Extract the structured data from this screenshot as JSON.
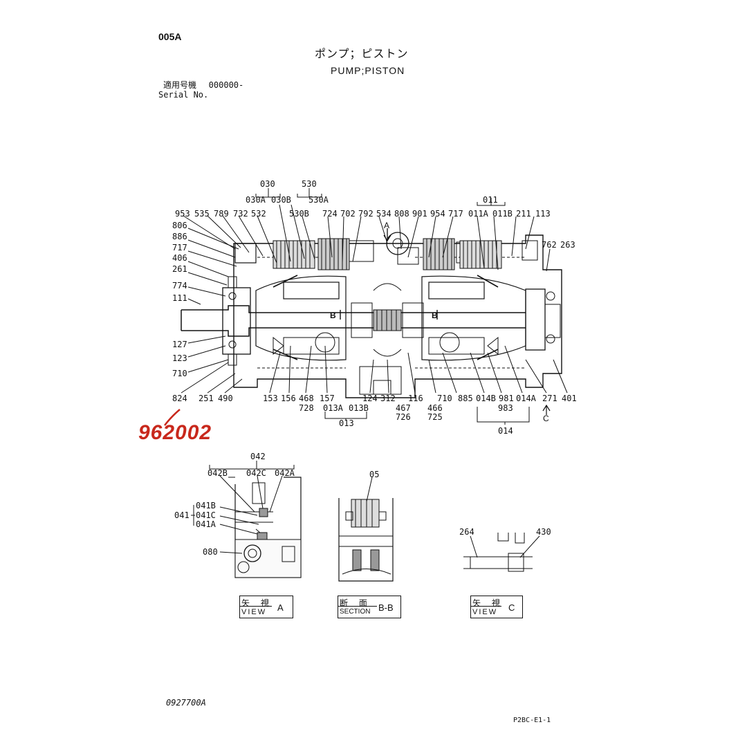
{
  "header": {
    "page_code": "005A",
    "title_ja": "ポンプ；ピストン",
    "title_en": "PUMP;PISTON",
    "serial_label_ja": "適用号機",
    "serial_value": "000000-",
    "serial_label_en": "Serial No."
  },
  "stamp": {
    "text": "962002",
    "color": "#c8281c"
  },
  "main_view": {
    "part_labels": {
      "p030": "030",
      "p530": "530",
      "p030A": "030A",
      "p030B": "030B",
      "p530A": "530A",
      "p011": "011",
      "p953": "953",
      "p535": "535",
      "p789": "789",
      "p732": "732",
      "p532": "532",
      "p530B": "530B",
      "p724": "724",
      "p702": "702",
      "p792": "792",
      "p534": "534",
      "p808": "808",
      "p901": "901",
      "p954": "954",
      "p717a": "717",
      "p011A": "011A",
      "p011B": "011B",
      "p211": "211",
      "p113": "113",
      "p806": "806",
      "p886": "886",
      "p717b": "717",
      "p406": "406",
      "p261": "261",
      "p774": "774",
      "p111": "111",
      "p127": "127",
      "p123": "123",
      "p710a": "710",
      "p762": "762",
      "p263": "263",
      "p824": "824",
      "p251": "251",
      "p490": "490",
      "p153": "153",
      "p156": "156",
      "p468": "468",
      "p157": "157",
      "p124": "124",
      "p312": "312",
      "p116": "116",
      "p710b": "710",
      "p885": "885",
      "p014B": "014B",
      "p981": "981",
      "p014A": "014A",
      "p271": "271",
      "p401": "401",
      "p728": "728",
      "p013A": "013A",
      "p013B": "013B",
      "p467": "467",
      "p466": "466",
      "p726": "726",
      "p725": "725",
      "p983": "983",
      "p013": "013",
      "p014": "014",
      "arrowA": "A",
      "arrowC": "C",
      "secB1": "B",
      "secB2": "B"
    }
  },
  "view_a": {
    "labels": {
      "p042": "042",
      "p042B": "042B",
      "p042C": "042C",
      "p042A": "042A",
      "p041": "041",
      "p041B": "041B",
      "p041C": "041C",
      "p041A": "041A",
      "p080": "080"
    },
    "box": {
      "row1": "矢 視",
      "row2": "VIEW",
      "side": "A"
    }
  },
  "view_bb": {
    "labels": {
      "p05": "05"
    },
    "box": {
      "row1": "断 面",
      "row2": "SECTION",
      "side": "B-B"
    }
  },
  "view_c": {
    "labels": {
      "p264": "264",
      "p430": "430"
    },
    "box": {
      "row1": "矢 視",
      "row2": "VIEW",
      "side": "C"
    }
  },
  "footer": {
    "drawing_number": "0927700A",
    "sheet_ref": "P2BC-E1-1"
  }
}
